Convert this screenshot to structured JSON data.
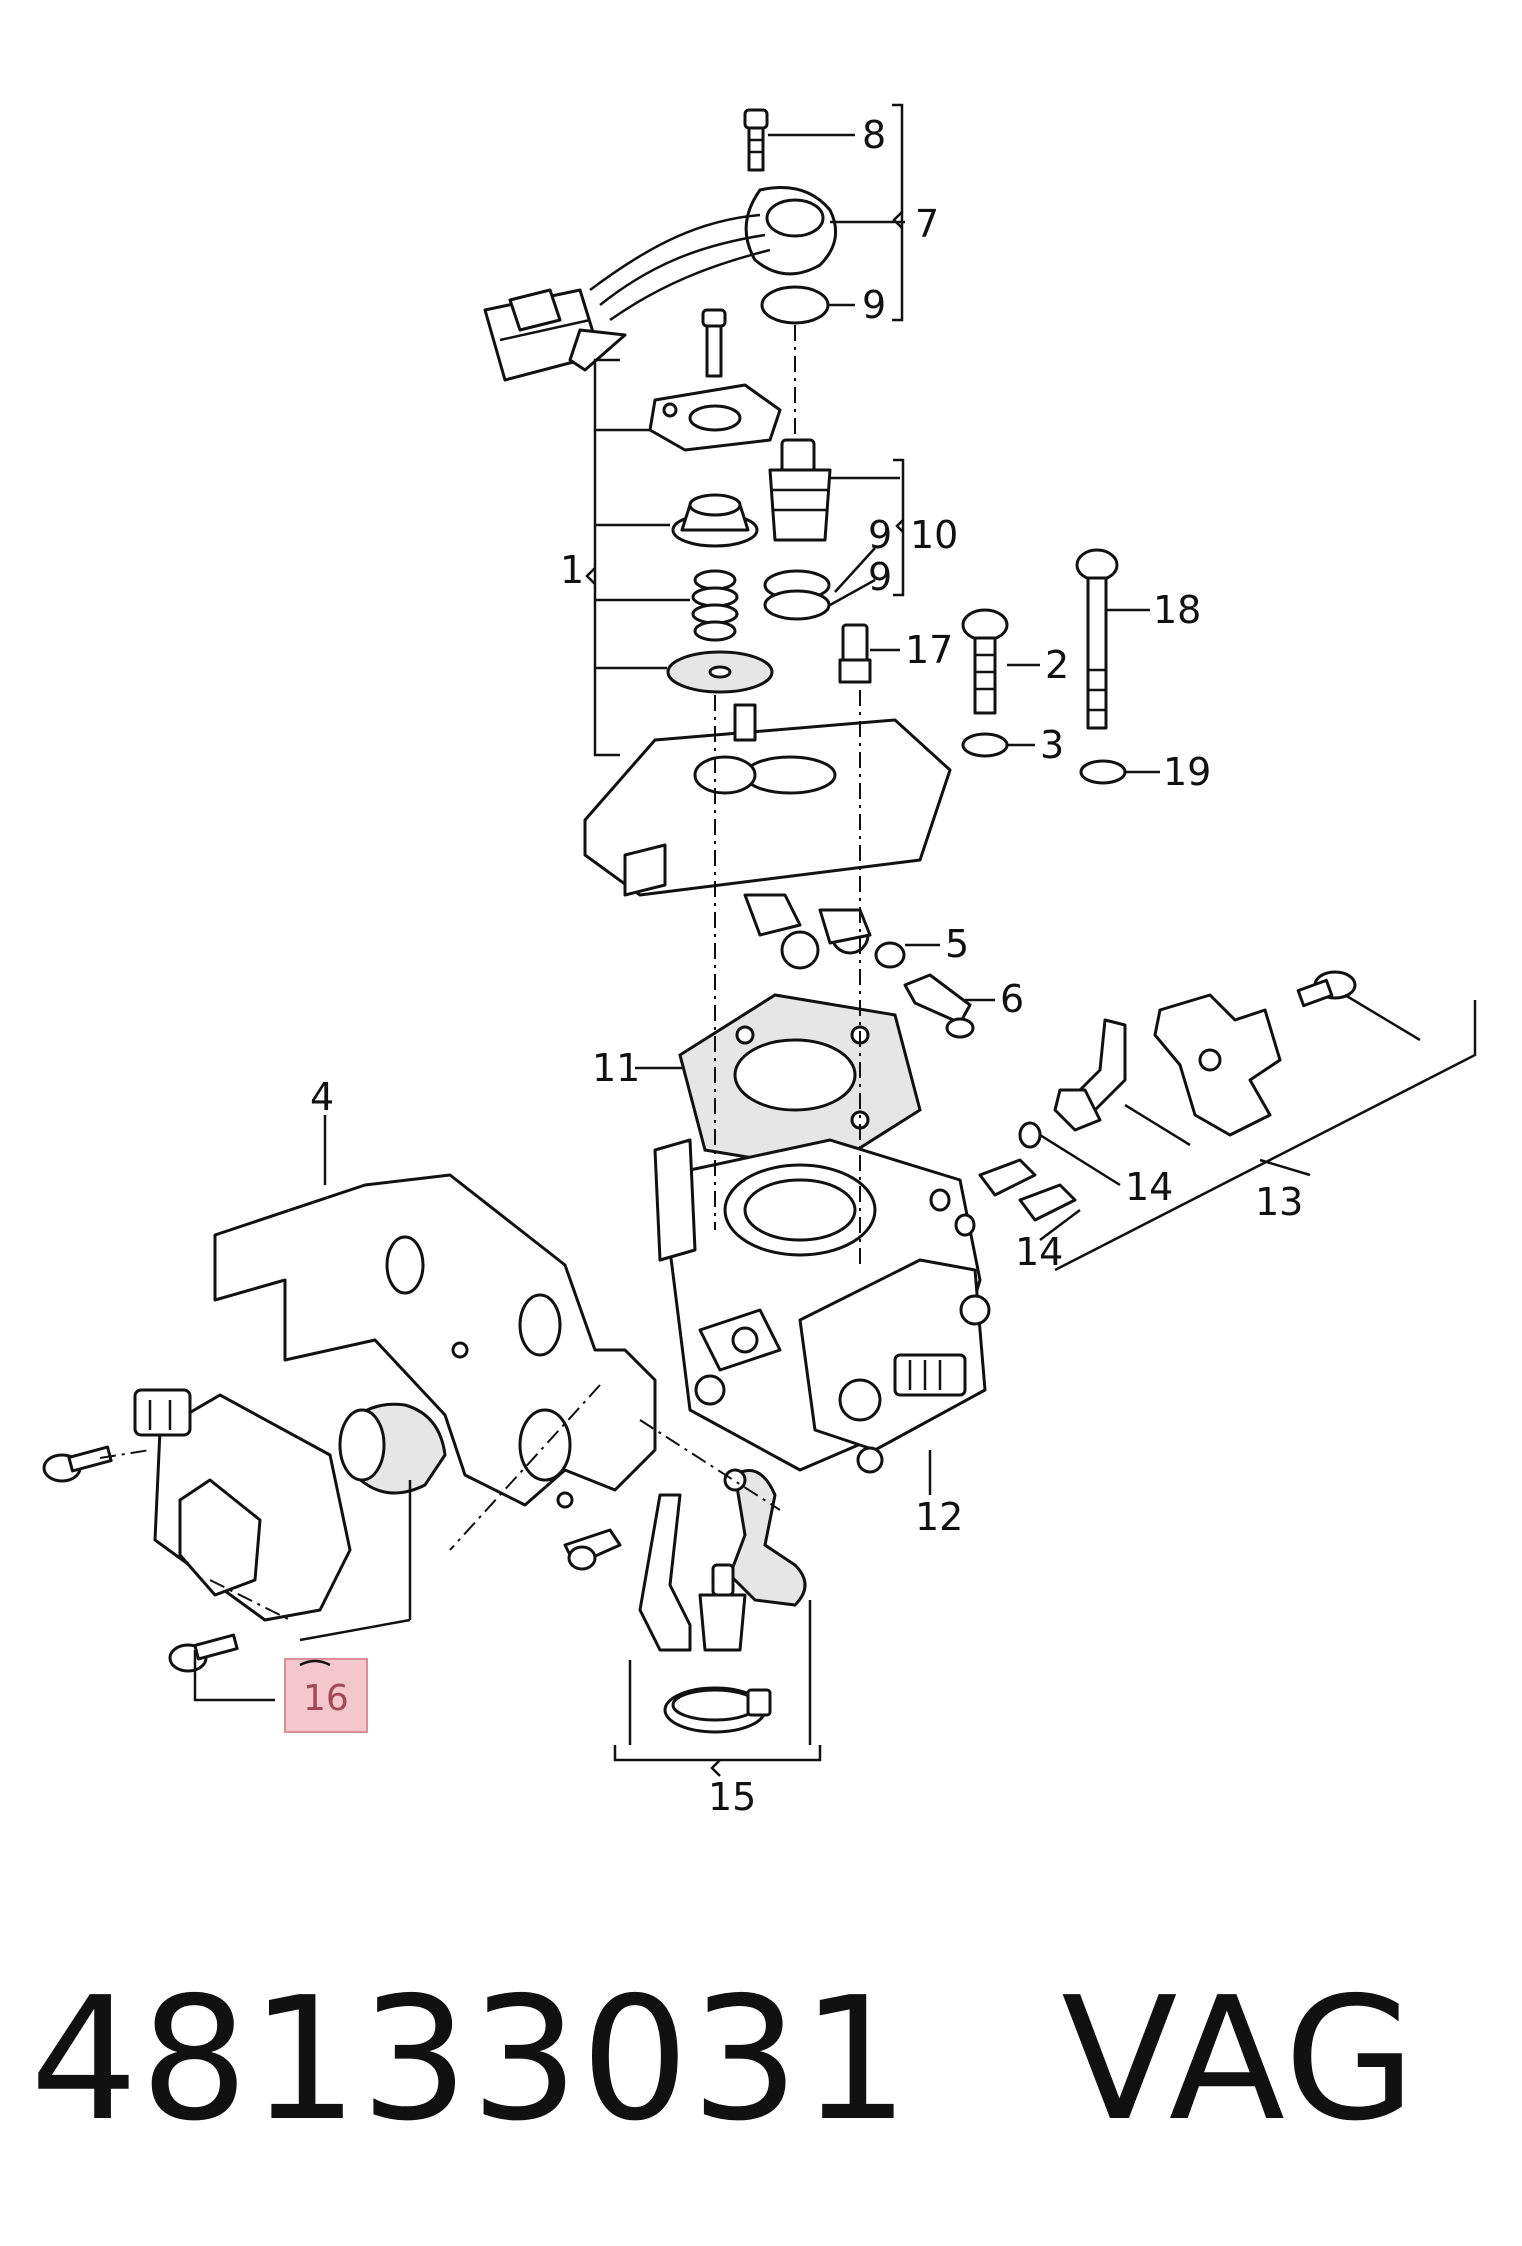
{
  "callouts": {
    "c1": "1",
    "c2": "2",
    "c3": "3",
    "c4": "4",
    "c5": "5",
    "c6": "6",
    "c7": "7",
    "c8": "8",
    "c9a": "9",
    "c9b": "9",
    "c9c": "9",
    "c10": "10",
    "c11": "11",
    "c12": "12",
    "c13": "13",
    "c14a": "14",
    "c14b": "14",
    "c15": "15",
    "c16": "16",
    "c17": "17",
    "c18": "18",
    "c19": "19"
  },
  "highlight": {
    "callout": "16",
    "color": "#f4c7cc"
  },
  "caption": {
    "part_number": "48133031",
    "brand": "VAG"
  }
}
